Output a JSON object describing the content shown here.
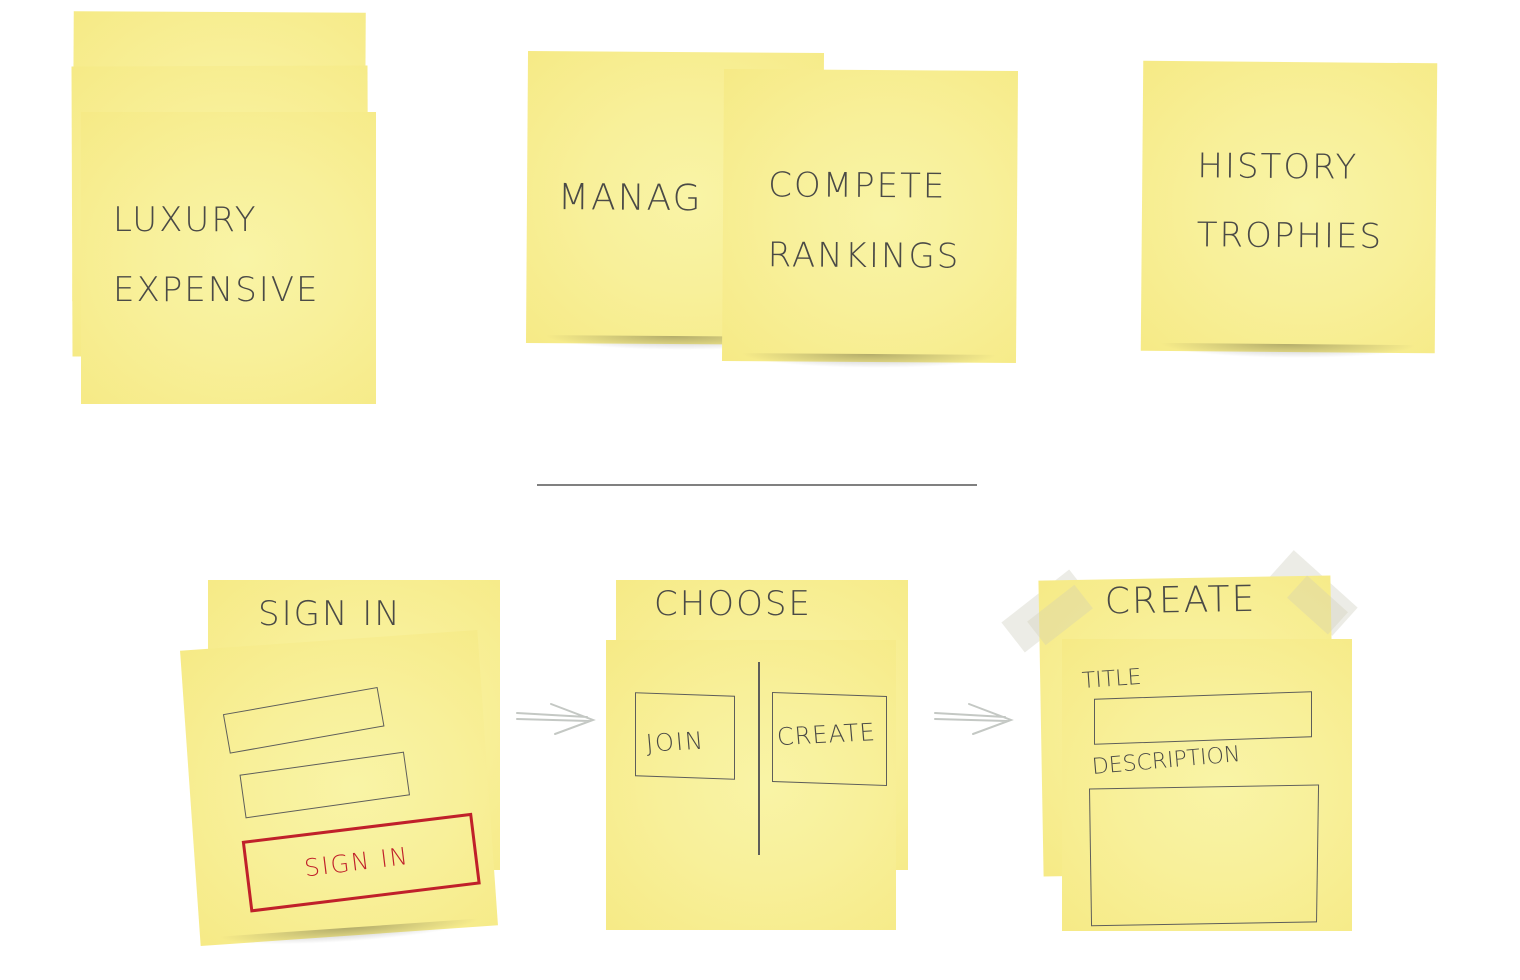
{
  "top_row": {
    "note_luxury": {
      "lines": [
        "LUXURY",
        "EXPENSIVE"
      ]
    },
    "note_manage": {
      "lines": [
        "MANAG"
      ]
    },
    "note_compete": {
      "lines": [
        "COMPETE",
        "RANKINGS"
      ]
    },
    "note_history": {
      "lines": [
        "HISTORY",
        "TROPHIES"
      ]
    }
  },
  "flow": {
    "sign_in": {
      "title": "SIGN IN",
      "button_label": "SIGN IN",
      "button_color": "#c0202a"
    },
    "choose": {
      "title": "CHOOSE",
      "options": [
        "JOIN",
        "CREATE"
      ]
    },
    "create": {
      "title": "CREATE",
      "fields": [
        {
          "label": "TITLE"
        },
        {
          "label": "DESCRIPTION"
        }
      ]
    },
    "arrows": [
      "double-arrow-right",
      "double-arrow-right"
    ]
  },
  "colors": {
    "note_yellow": "#f8f09a",
    "ink": "#4a4a46",
    "accent_red": "#c0202a",
    "divider": "#808080"
  }
}
